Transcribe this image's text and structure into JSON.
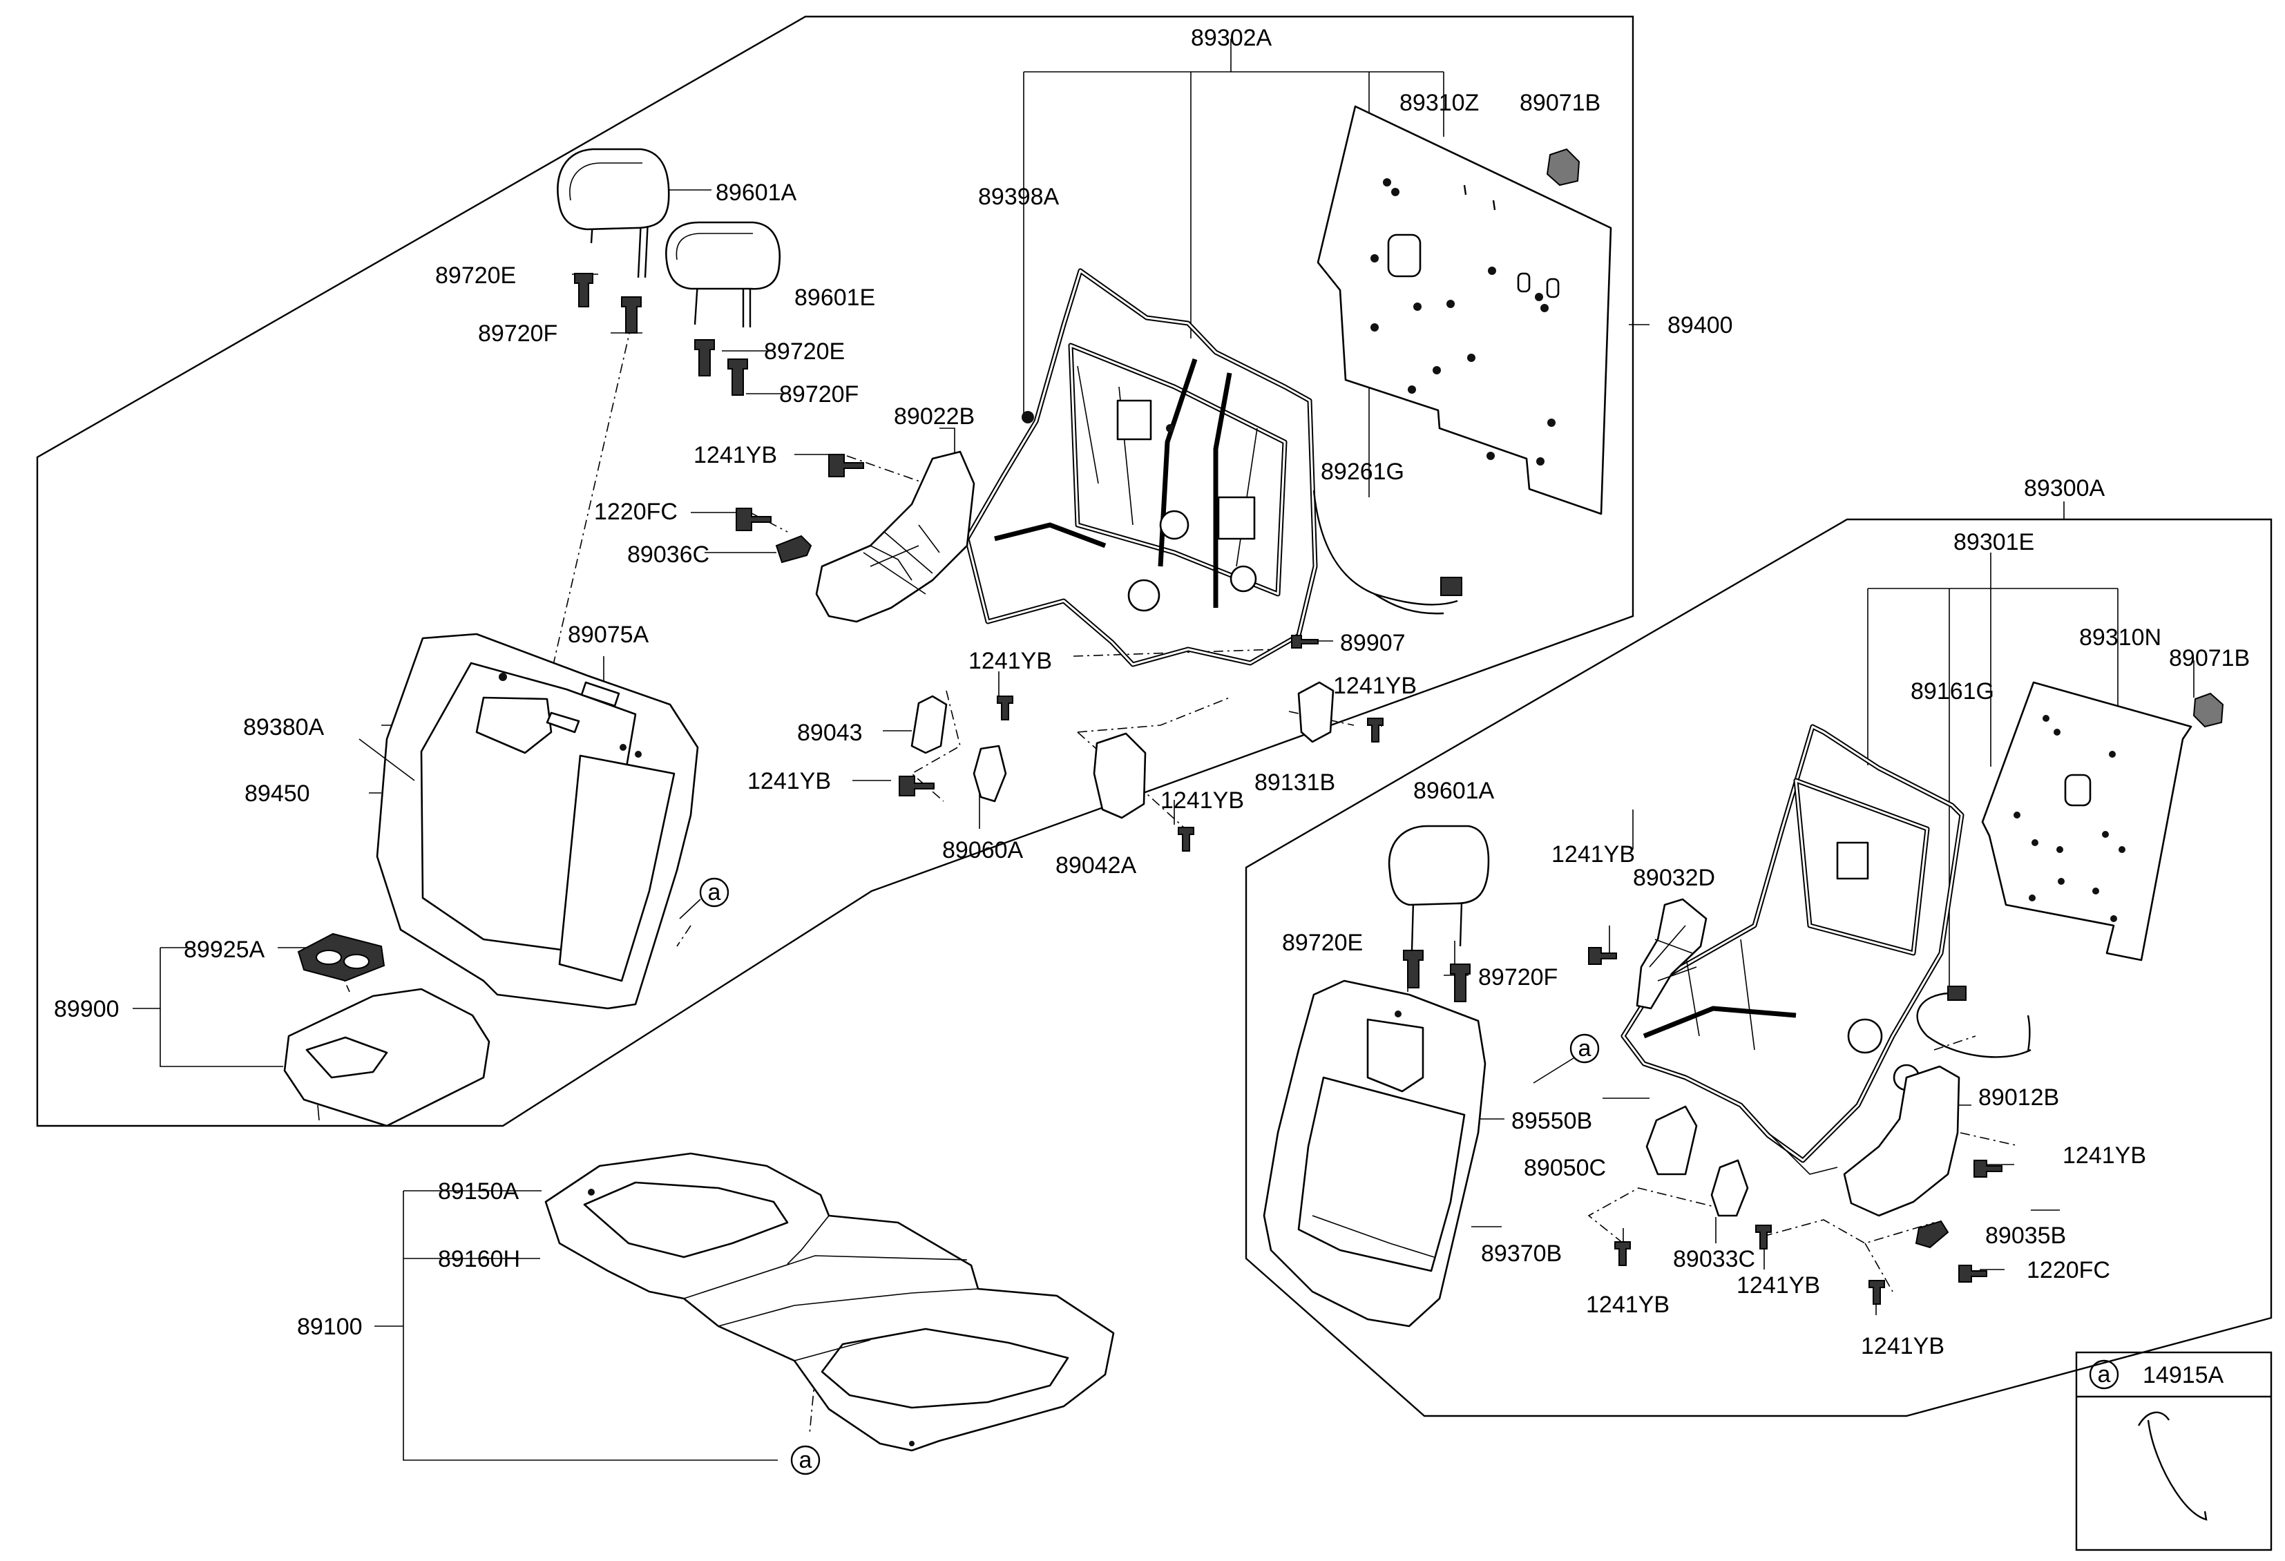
{
  "labels": {
    "l89302A": "89302A",
    "l89310Z": "89310Z",
    "l89071B_1": "89071B",
    "l89398A": "89398A",
    "l89400": "89400",
    "l89601A_1": "89601A",
    "l89720E_1": "89720E",
    "l89601E": "89601E",
    "l89720F_1": "89720F",
    "l89720E_2": "89720E",
    "l89720F_2": "89720F",
    "l89022B": "89022B",
    "l1241YB_1": "1241YB",
    "l89261G": "89261G",
    "l1220FC_1": "1220FC",
    "l89036C": "89036C",
    "l89907": "89907",
    "l89075A": "89075A",
    "l1241YB_2": "1241YB",
    "l1241YB_3": "1241YB",
    "l89380A": "89380A",
    "l89043": "89043",
    "l89131B": "89131B",
    "l1241YB_4": "1241YB",
    "l89450": "89450",
    "l1241YB_5": "1241YB",
    "l89060A": "89060A",
    "l89042A": "89042A",
    "l89925A": "89925A",
    "l89900": "89900",
    "l89300A": "89300A",
    "l89301E": "89301E",
    "l89310N": "89310N",
    "l89071B_2": "89071B",
    "l89161G": "89161G",
    "l89601A_2": "89601A",
    "l1241YB_6": "1241YB",
    "l89032D": "89032D",
    "l89720E_3": "89720E",
    "l89720F_3": "89720F",
    "l89012B": "89012B",
    "l89550B": "89550B",
    "l1241YB_7": "1241YB",
    "l89050C": "89050C",
    "l89035B": "89035B",
    "l89370B": "89370B",
    "l89033C": "89033C",
    "l1220FC_2": "1220FC",
    "l1241YB_8": "1241YB",
    "l1241YB_9": "1241YB",
    "l1241YB_10": "1241YB",
    "l89150A": "89150A",
    "l89160H": "89160H",
    "l89100": "89100",
    "l14915A": "14915A"
  },
  "callouts": {
    "c1": "a",
    "c2": "a",
    "c3": "a",
    "c4": "a"
  }
}
